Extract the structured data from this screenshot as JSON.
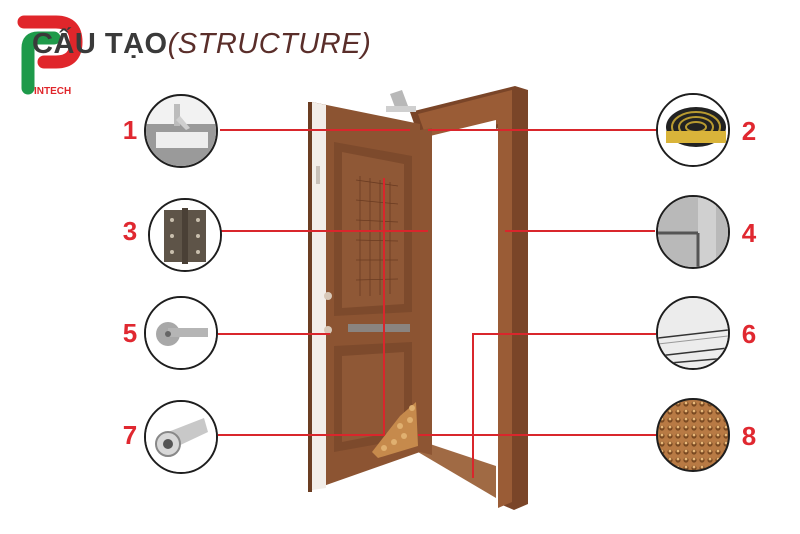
{
  "header": {
    "title_main": "CẤU TẠO",
    "title_sub": "(STRUCTURE)",
    "logo_text": "INTECH"
  },
  "colors": {
    "accent_red": "#e02830",
    "line_red": "#d9262c",
    "logo_green": "#1e9a4a",
    "wood_brown": "#8a5230",
    "title_dark": "#3a3a3a",
    "title_sub": "#5a2e2a"
  },
  "callouts": [
    {
      "number": "1",
      "side": "left",
      "component": "door-closer-icon"
    },
    {
      "number": "2",
      "side": "right",
      "component": "rubber-seal-strip-icon"
    },
    {
      "number": "3",
      "side": "left",
      "component": "hinge-icon"
    },
    {
      "number": "4",
      "side": "right",
      "component": "door-frame-corner-icon"
    },
    {
      "number": "5",
      "side": "left",
      "component": "lever-handle-icon"
    },
    {
      "number": "6",
      "side": "right",
      "component": "threshold-profile-icon"
    },
    {
      "number": "7",
      "side": "left",
      "component": "door-viewer-peephole-icon"
    },
    {
      "number": "8",
      "side": "right",
      "component": "honeycomb-core-icon"
    }
  ]
}
